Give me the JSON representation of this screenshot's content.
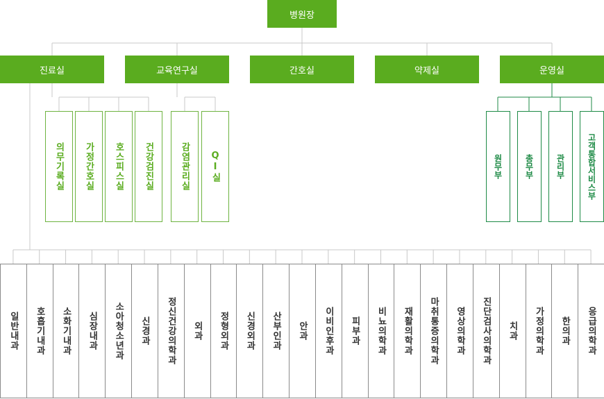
{
  "root": {
    "label": "병원장"
  },
  "offices": [
    {
      "label": "진료실"
    },
    {
      "label": "교육연구실"
    },
    {
      "label": "간호실"
    },
    {
      "label": "약제실"
    },
    {
      "label": "운영실"
    }
  ],
  "clinic_units": [
    "의무기록실",
    "가정간호실",
    "호스피스실",
    "건강검진실"
  ],
  "education_units": [
    "감염관리실",
    "QI실"
  ],
  "operations_units": [
    "원무부",
    "총무부",
    "관리부",
    "고객통합서비스부"
  ],
  "departments": [
    "일반내과",
    "호흡기내과",
    "소화기내과",
    "심장내과",
    "소아청소년과",
    "신경과",
    "정신건강의학과",
    "외과",
    "정형외과",
    "신경외과",
    "산부인과",
    "안과",
    "이비인후과",
    "피부과",
    "비뇨의학과",
    "재활의학과",
    "마취통증의학과",
    "영상의학과",
    "진단검사의학과",
    "치과",
    "가정의학과",
    "한의과",
    "응급의학과"
  ],
  "colors": {
    "primary": "#5aac1f",
    "operations": "#1d8a45",
    "line": "#c8c8c8"
  }
}
